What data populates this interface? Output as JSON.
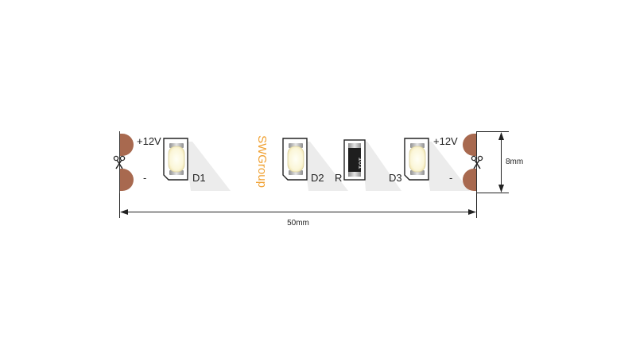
{
  "labels": {
    "plus_left": "+12V",
    "minus_left": "-",
    "plus_right": "+12V",
    "minus_right": "-",
    "d1": "D1",
    "d2": "D2",
    "d3": "D3",
    "r": "R",
    "resistor_code": "101",
    "brand": "SWGroup"
  },
  "dimensions": {
    "width": "8mm",
    "length": "50mm"
  },
  "icons": {
    "cut_left": "scissors-icon",
    "cut_right": "scissors-icon"
  },
  "colors": {
    "strip": "#ffffff",
    "copper_pad": "#a8694f",
    "shadow": "#ececec",
    "brand": "#f0a030",
    "led_phosphor": "#fbf6d8",
    "resistor": "#1e1e1e"
  }
}
